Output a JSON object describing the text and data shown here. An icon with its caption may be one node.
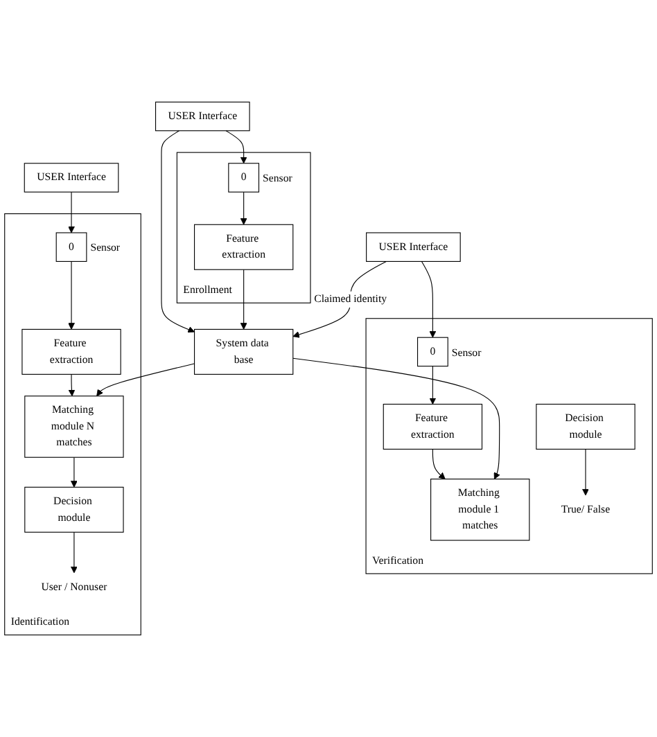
{
  "diagram": {
    "nodes": [
      {
        "text": [
          "USER Interface"
        ]
      },
      {
        "text": [
          "Enrollment"
        ]
      },
      {
        "text": [
          "0"
        ],
        "in": 1,
        "beside": [
          "Sensor"
        ]
      },
      {
        "text": [
          "Feature extraction"
        ],
        "in": 1
      },
      {
        "text": [
          "System data base"
        ]
      },
      {
        "text": [
          "USER Interface"
        ]
      },
      {
        "text": [
          "Verification"
        ]
      },
      {
        "text": [
          "0"
        ],
        "in": 6,
        "beside": [
          "Sensor"
        ]
      },
      {
        "text": [
          "Feature extraction"
        ],
        "in": 6
      },
      {
        "text": [
          "Matching module 1 matches"
        ],
        "in": 6
      },
      {
        "text": [
          "Decision module"
        ],
        "in": 6
      },
      {
        "text": [
          "True/ False"
        ],
        "in": 6
      },
      {
        "text": [
          "USER Interface"
        ]
      },
      {
        "text": [
          "Identification"
        ]
      },
      {
        "text": [
          "0"
        ],
        "in": 13,
        "beside": [
          "Sensor"
        ]
      },
      {
        "text": [
          "Feature extraction"
        ],
        "in": 13
      },
      {
        "text": [
          "Matching module N matches"
        ],
        "in": 13
      },
      {
        "text": [
          "Decision module"
        ],
        "in": 13
      },
      {
        "text": [
          "User / Nonuser"
        ],
        "in": 13
      }
    ],
    "edges": [
      {
        "from": 0,
        "to": 4,
        "arrow": "to"
      },
      {
        "from": 0,
        "to": 2,
        "arrow": "to"
      },
      {
        "from": 2,
        "to": 3,
        "arrow": "to"
      },
      {
        "from": 3,
        "to": 4,
        "arrow": "to"
      },
      {
        "from": 5,
        "to": 4,
        "arrow": "to",
        "label": "Claimed identity"
      },
      {
        "from": 5,
        "to": 7,
        "arrow": "to"
      },
      {
        "from": 7,
        "to": 8,
        "arrow": "to"
      },
      {
        "from": 8,
        "to": 9,
        "arrow": "to"
      },
      {
        "from": 4,
        "to": 9,
        "arrow": "to"
      },
      {
        "from": 10,
        "to": 11,
        "arrow": "to"
      },
      {
        "from": 12,
        "to": 14,
        "arrow": "to"
      },
      {
        "from": 14,
        "to": 15,
        "arrow": "to"
      },
      {
        "from": 15,
        "to": 16,
        "arrow": "to"
      },
      {
        "from": 4,
        "to": 16,
        "arrow": "to"
      },
      {
        "from": 16,
        "to": 17,
        "arrow": "to"
      },
      {
        "from": 17,
        "to": 18,
        "arrow": "to"
      }
    ]
  }
}
